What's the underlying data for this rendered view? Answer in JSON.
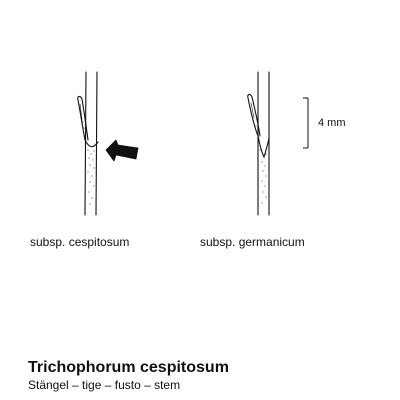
{
  "figure": {
    "panels": [
      {
        "caption": "subsp. cespitosum",
        "marker": "arrow-icon"
      },
      {
        "caption": "subsp. germanicum"
      }
    ],
    "scale_bar": {
      "label": "4 mm"
    },
    "title": "Trichophorum cespitosum",
    "subtitle": "Stängel – tige – fusto – stem"
  },
  "colors": {
    "ink": "#111111",
    "background": "#ffffff"
  }
}
